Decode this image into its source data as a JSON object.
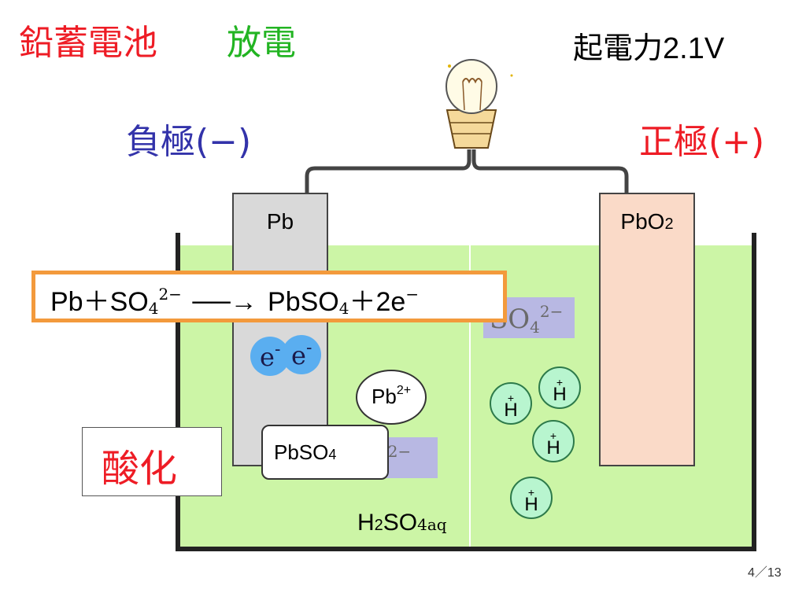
{
  "title": {
    "main": "鉛蓄電池",
    "sub": "放電",
    "emf": "起電力2.1V"
  },
  "electrodes": {
    "negative_heading": "負極(−)",
    "positive_heading": "正極(+)",
    "negative_material": "Pb",
    "positive_material_base": "PbO",
    "positive_material_sub": "2"
  },
  "equation": {
    "lhs": "Pb＋SO",
    "lhs_sub": "4",
    "lhs_sup": "2−",
    "arrow": "──→",
    "rhs": "PbSO",
    "rhs_sub": "4",
    "rhs_plus": "＋2e",
    "rhs_sup": "−"
  },
  "ions": {
    "sulfate_base": "SO",
    "sulfate_sub": "4",
    "sulfate_sup": "2−",
    "electron": "e",
    "electron_sup": "-",
    "lead_base": "Pb",
    "lead_sup": "2+",
    "hydrogen_base": "H",
    "hydrogen_sup": "+"
  },
  "product": {
    "base": "PbSO",
    "sub": "4"
  },
  "reaction_label": "酸化",
  "electrolyte": {
    "h": "H",
    "h_sub": "2",
    "so": "SO",
    "tail": "4aq"
  },
  "page": "4／13",
  "colors": {
    "title_red": "#ee1c25",
    "title_green": "#22b422",
    "negative_blue": "#3333aa",
    "positive_red": "#ee1c25",
    "electrolyte_fill": "#ccf5a6",
    "lead_plate": "#d9d9d9",
    "pbo2_plate": "#fadac8",
    "equation_border": "#f39a3c",
    "electron_blue": "#5aaef0",
    "hydrogen_fill": "#b8f5cf"
  }
}
